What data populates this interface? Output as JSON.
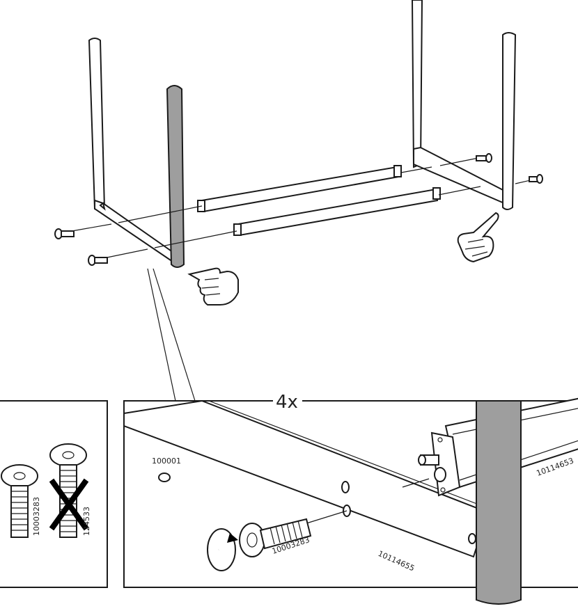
{
  "quantity_label": "4x",
  "part_numbers": {
    "tool": "100001",
    "bolt_correct": "10003283",
    "bolt_wrong": "124533",
    "bolt_detail": "10003283",
    "rail_long": "10114655",
    "rail_end": "10114653"
  },
  "colors": {
    "grey_leg": "#9e9e9e",
    "line": "#1a1a1a",
    "background": "#ffffff"
  },
  "icons": [
    "pointing-hand-icon",
    "rotation-arrow-icon",
    "hex-key-icon",
    "cross-mark-icon"
  ]
}
